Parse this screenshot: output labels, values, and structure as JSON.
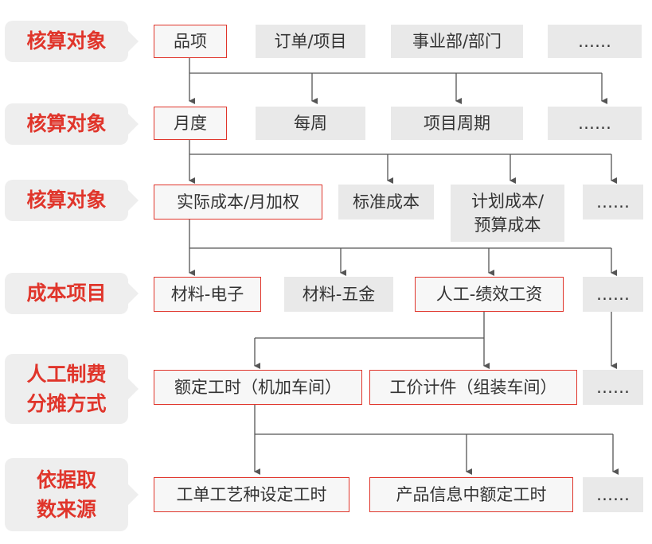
{
  "colors": {
    "accent": "#e0352b",
    "label_bg": "#eeeeee",
    "box_bg": "#e9e9e9",
    "line": "#555555"
  },
  "rows": [
    {
      "label": "核算对象",
      "nodes": [
        "品项",
        "订单/项目",
        "事业部/部门",
        "……"
      ],
      "selected": 0
    },
    {
      "label": "核算对象",
      "nodes": [
        "月度",
        "每周",
        "项目周期",
        "……"
      ],
      "selected": 0
    },
    {
      "label": "核算对象",
      "nodes": [
        "实际成本/月加权",
        "标准成本",
        "计划成本/\n预算成本",
        "……"
      ],
      "selected": 0
    },
    {
      "label": "成本项目",
      "nodes": [
        "材料-电子",
        "材料-五金",
        "人工-绩效工资",
        "……"
      ],
      "selected": [
        0,
        2
      ]
    },
    {
      "label": "人工制费\n分摊方式",
      "nodes": [
        "额定工时（机加车间）",
        "工价计件（组装车间）",
        "……"
      ],
      "selected": [
        0,
        1
      ]
    },
    {
      "label": "依据取\n数来源",
      "nodes": [
        "工单工艺种设定工时",
        "产品信息中额定工时",
        "……"
      ],
      "selected": [
        0,
        1
      ]
    }
  ]
}
